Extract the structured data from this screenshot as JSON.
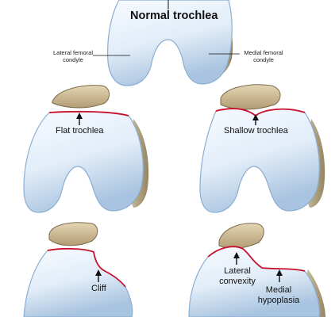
{
  "labels": {
    "normal": "Normal trochlea",
    "lateral_condyle": "Lateral femoral\ncondyle",
    "medial_condyle": "Medial femoral\ncondyle",
    "flat": "Flat trochlea",
    "shallow": "Shallow trochlea",
    "cliff": "Cliff",
    "lateral_convexity": "Lateral\nconvexity",
    "medial_hypoplasia": "Medial\nhypoplasia"
  },
  "colors": {
    "bone_light": "#f4f9fe",
    "bone_mid": "#cfe0f2",
    "bone_edge": "#7fa3c8",
    "bone_back": "#b8ab88",
    "patella_top": "#d6c6a3",
    "patella_edge": "#7c6a4c",
    "contour_red": "#c8102e"
  }
}
